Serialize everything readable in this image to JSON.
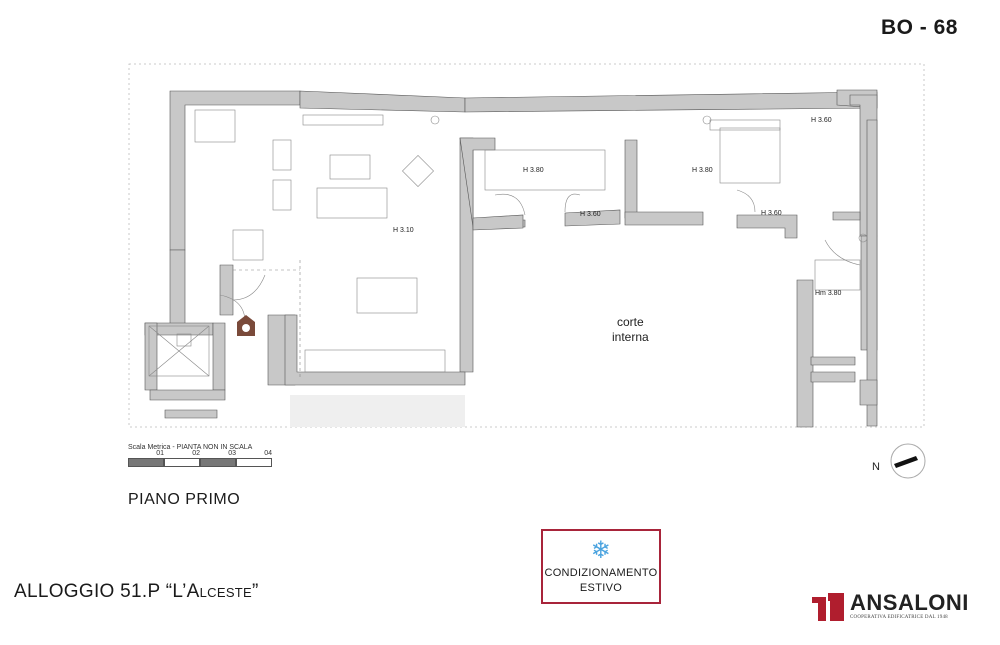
{
  "header": {
    "code": "BO - 68"
  },
  "plan": {
    "courtyard_label_1": "corte",
    "courtyard_label_2": "interna",
    "heights": {
      "living": "H 3.10",
      "room_a": "H 3.80",
      "room_b": "H 3.80",
      "corridor_a": "H 3.60",
      "corridor_b": "H 3.60",
      "bedroom_corner": "H 3.60",
      "bath": "Hm 3.80"
    },
    "wall_color": "#c8c8c8"
  },
  "scale": {
    "title": "Scala Metrica - PIANTA NON IN SCALA",
    "ticks": [
      "01",
      "02",
      "03",
      "04"
    ]
  },
  "floor_label": "PIANO PRIMO",
  "unit": {
    "prefix": "ALLOGGIO 51.P ",
    "name": "“L’Alceste”"
  },
  "badge": {
    "line1": "CONDIZIONAMENTO",
    "line2": "ESTIVO",
    "icon": "snowflake-icon",
    "border_color": "#a8243a",
    "icon_color": "#4aa3df"
  },
  "logo": {
    "name": "ANSALONI",
    "subtitle": "COOPERATIVA EDIFICATRICE DAL 1948",
    "brand_color": "#b01e2e"
  },
  "compass": {
    "label": "N"
  }
}
